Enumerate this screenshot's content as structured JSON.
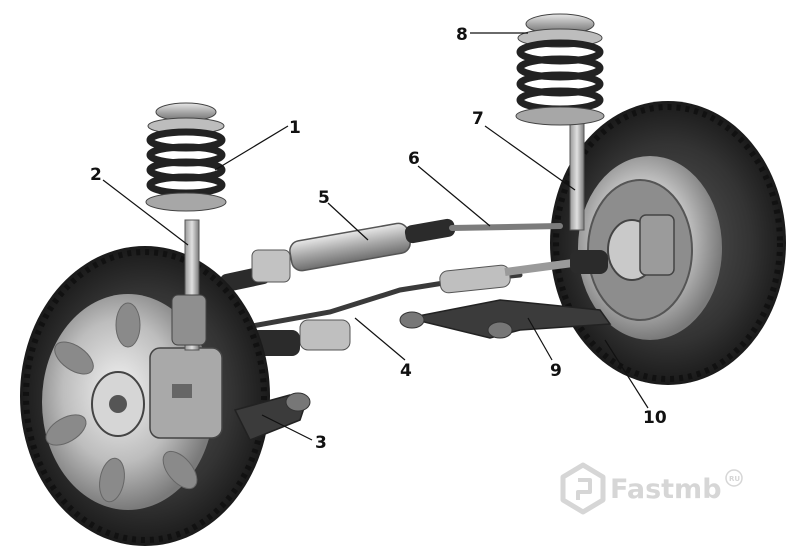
{
  "callouts": {
    "c1": "1",
    "c2": "2",
    "c3": "3",
    "c4": "4",
    "c5": "5",
    "c6": "6",
    "c7": "7",
    "c8": "8",
    "c9": "9",
    "c10": "10"
  },
  "watermark": {
    "brand": "Fastmb",
    "suffix": "RU"
  },
  "colors": {
    "tire": "#2f2f2f",
    "tread": "#1c1c1c",
    "metal": "#b7b7b7",
    "spring": "#262626",
    "watermark": "#d6d6d6"
  }
}
